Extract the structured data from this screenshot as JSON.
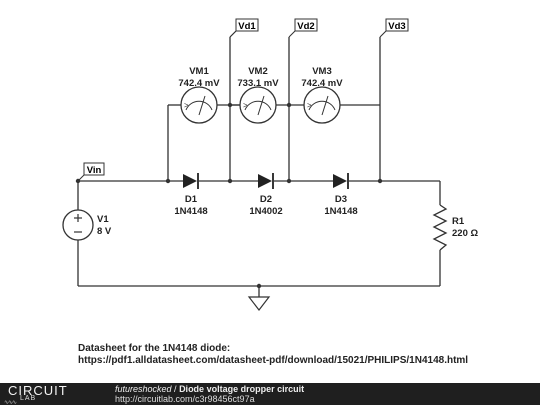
{
  "nets": {
    "vd1": "Vd1",
    "vd2": "Vd2",
    "vd3": "Vd3",
    "vin": "Vin"
  },
  "meters": [
    {
      "name": "VM1",
      "value": "742.4 mV"
    },
    {
      "name": "VM2",
      "value": "733.1 mV"
    },
    {
      "name": "VM3",
      "value": "742.4 mV"
    }
  ],
  "diodes": [
    {
      "name": "D1",
      "part": "1N4148"
    },
    {
      "name": "D2",
      "part": "1N4002"
    },
    {
      "name": "D3",
      "part": "1N4148"
    }
  ],
  "source": {
    "name": "V1",
    "value": "8 V"
  },
  "resistor": {
    "name": "R1",
    "value": "220 Ω"
  },
  "note": {
    "line1": "Datasheet for the 1N4148 diode:",
    "line2": "https://pdf1.alldatasheet.com/datasheet-pdf/download/15021/PHILIPS/1N4148.html"
  },
  "footer": {
    "logo_top": "CIRCUIT",
    "logo_bottom": "LAB",
    "author": "futureshocked",
    "separator": " / ",
    "title": "Diode voltage dropper circuit",
    "url": "http://circuitlab.com/c3r98456ct97a"
  },
  "colors": {
    "wire": "#333333",
    "footer_bg": "#1f1f1f",
    "background": "#ffffff"
  }
}
